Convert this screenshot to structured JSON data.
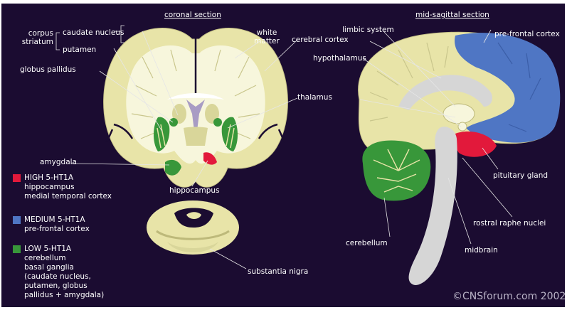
{
  "headers": {
    "coronal": "coronal section",
    "sagittal": "mid-sagittal section"
  },
  "labels": {
    "corpus": "corpus",
    "striatum": "striatum",
    "caudate_nucleus": "caudate nucleus",
    "putamen": "putamen",
    "globus_pallidus": "globus pallidus",
    "white_matter_1": "white",
    "white_matter_2": "matter",
    "cerebral_cortex": "cerebral cortex",
    "thalamus": "thalamus",
    "amygdala": "amygdala",
    "hippocampus": "hippocampus",
    "substantia_nigra": "substantia nigra",
    "limbic_system": "limbic system",
    "hypothalamus": "hypothalamus",
    "pre_frontal_cortex": "pre-frontal cortex",
    "pituitary_gland": "pituitary gland",
    "rostral_raphe_nuclei": "rostral raphe nuclei",
    "cerebellum": "cerebellum",
    "midbrain": "midbrain"
  },
  "legend": [
    {
      "key": "high",
      "color": "#e2193b",
      "lines": [
        "HIGH 5-HT1A",
        "hippocampus",
        "medial temporal cortex"
      ]
    },
    {
      "key": "medium",
      "color": "#4f76c4",
      "lines": [
        "MEDIUM 5-HT1A",
        "pre-frontal cortex"
      ]
    },
    {
      "key": "low",
      "color": "#38973a",
      "lines": [
        "LOW 5-HT1A",
        "cerebellum",
        "basal ganglia",
        "(caudate nucleus,",
        "putamen, globus",
        "pallidus + amygdala)"
      ]
    }
  ],
  "copyright": "©CNSforum.com 2002",
  "colors": {
    "background": "#1b0c31",
    "cortex": "#e8e4a8",
    "white_matter": "#f7f6dc",
    "green": "#38973a",
    "red": "#e2193b",
    "blue": "#4f76c4",
    "grey": "#d6d6d6",
    "purple": "#a89cc4"
  }
}
